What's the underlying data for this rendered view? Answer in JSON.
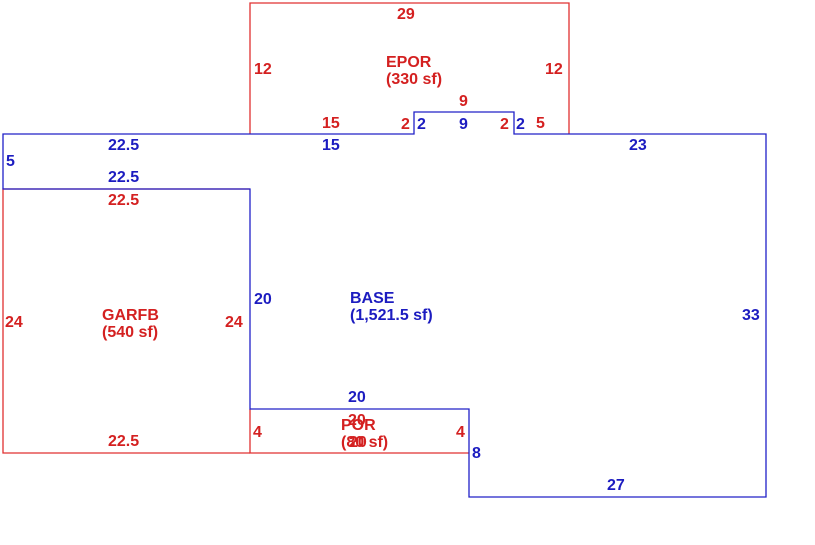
{
  "colors": {
    "base": "#1c1cc0",
    "addition": "#d42020",
    "background": "#ffffff"
  },
  "areas": {
    "epor": {
      "code": "EPOR",
      "area": "(330 sf)"
    },
    "base": {
      "code": "BASE",
      "area": "(1,521.5 sf)"
    },
    "garfb": {
      "code": "GARFB",
      "area": "(540 sf)"
    },
    "por": {
      "code": "POR",
      "area": "(80 sf)"
    }
  },
  "dimensions": {
    "epor_top": "29",
    "epor_left": "12",
    "epor_right": "12",
    "epor_bottom_left": "15",
    "epor_jog_left": "2",
    "epor_jog_top": "9",
    "epor_jog_right": "2",
    "epor_bottom_right": "5",
    "base_jog_left": "2",
    "base_jog_top": "9",
    "base_jog_right": "2",
    "base_top_left": "22.5",
    "base_top_mid": "15",
    "base_top_right": "23",
    "base_left": "5",
    "base_garage_edge": "22.5",
    "base_inner_left": "20",
    "base_right": "33",
    "base_porch_edge": "20",
    "base_step": "8",
    "base_bottom": "27",
    "garfb_top": "22.5",
    "garfb_left": "24",
    "garfb_right": "24",
    "garfb_bottom": "22.5",
    "por_top": "20",
    "por_left": "4",
    "por_right": "4",
    "por_bottom": "20"
  }
}
